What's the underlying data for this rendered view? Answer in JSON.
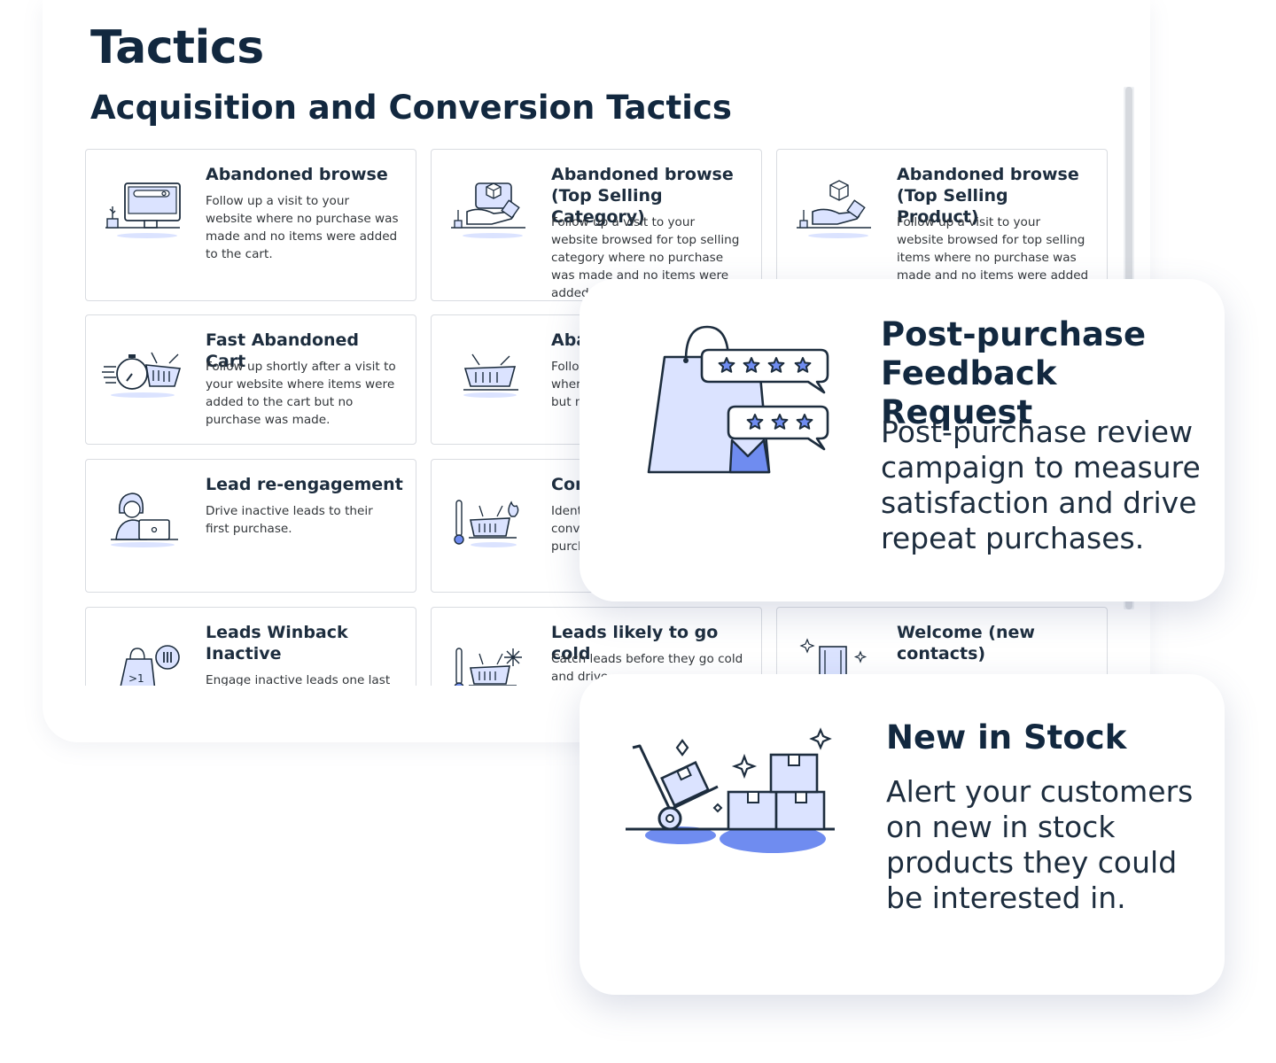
{
  "header": {
    "title": "Tactics",
    "section": "Acquisition and Conversion Tactics"
  },
  "tiles": [
    {
      "title": "Abandoned browse",
      "desc": "Follow up a visit to your website where no purchase was made and no items were added to the cart.",
      "icon": "monitor-search-icon"
    },
    {
      "title": "Abandoned browse\n(Top Selling Category)",
      "desc": "Follow up a visit to your website browsed for top selling category where no purchase was made and no items were added to the cart.",
      "icon": "hand-product-icon"
    },
    {
      "title": "Abandoned browse\n(Top Selling Product)",
      "desc": "Follow up a visit to your website browsed for top selling items where no purchase was made and no items were added to the cart.",
      "icon": "hand-product-icon"
    },
    {
      "title": "Fast Abandoned Cart",
      "desc": "Follow up shortly after a visit to your website where items were added to the cart but no purchase was made.",
      "icon": "stopwatch-basket-icon"
    },
    {
      "title": "Aba",
      "desc": "Follow where but n",
      "icon": "basket-icon"
    },
    {
      "title": "Lead re-engagement",
      "desc": "Drive inactive leads to their first purchase.",
      "icon": "person-laptop-icon"
    },
    {
      "title": "Cor",
      "desc": "Ident conve purch",
      "icon": "thermometer-fire-basket-icon"
    },
    {
      "title": "Leads Winback\nInactive",
      "desc": "Engage inactive leads one last time",
      "icon": "bag-pause-icon"
    },
    {
      "title": "Leads likely to go cold",
      "desc": "Catch leads before they go cold and drive",
      "icon": "thermometer-snow-basket-icon"
    },
    {
      "title": "Welcome (new\ncontacts)",
      "desc": "",
      "icon": "door-sparkle-icon"
    }
  ],
  "cards": [
    {
      "title": "Post-purchase\nFeedback Request",
      "desc": "Post-purchase review campaign to measure satisfaction and drive repeat purchases.",
      "icon": "bag-rating-stars-icon"
    },
    {
      "title": "New in Stock",
      "desc": "Alert your customers on new in stock products they could be interested in.",
      "icon": "hand-truck-boxes-icon"
    }
  ],
  "colors": {
    "heading": "#12283f",
    "accent_light": "#dbe3ff",
    "accent": "#6f8cf0",
    "outline": "#1d2d3e",
    "border": "#d9dce1"
  }
}
